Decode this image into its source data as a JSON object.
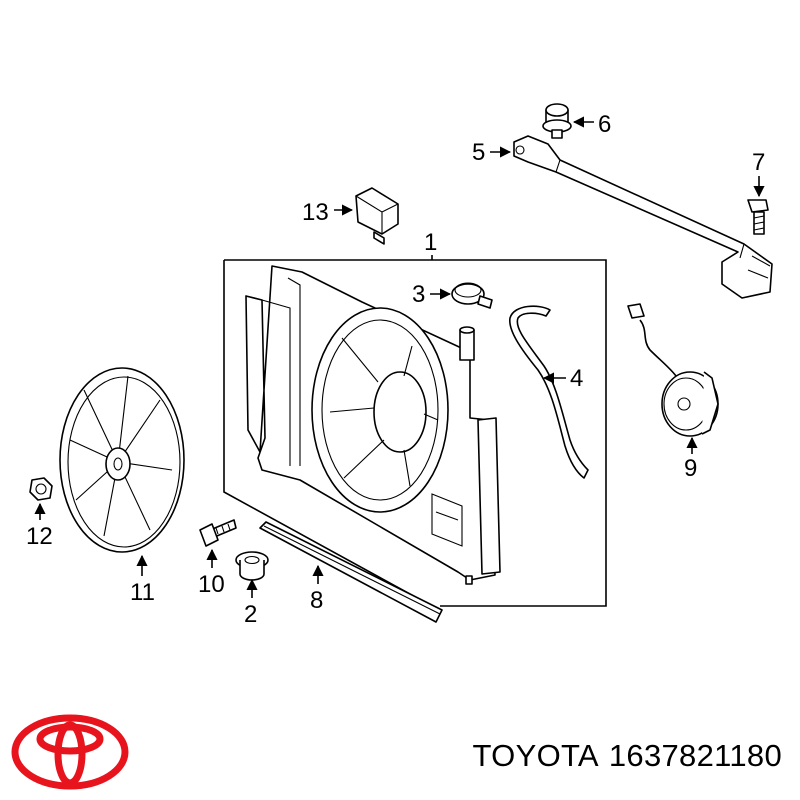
{
  "diagram": {
    "callouts": [
      {
        "id": "1",
        "text": "1"
      },
      {
        "id": "2",
        "text": "2"
      },
      {
        "id": "3",
        "text": "3"
      },
      {
        "id": "4",
        "text": "4"
      },
      {
        "id": "5",
        "text": "5"
      },
      {
        "id": "6",
        "text": "6"
      },
      {
        "id": "7",
        "text": "7"
      },
      {
        "id": "8",
        "text": "8"
      },
      {
        "id": "9",
        "text": "9"
      },
      {
        "id": "10",
        "text": "10"
      },
      {
        "id": "11",
        "text": "11"
      },
      {
        "id": "12",
        "text": "12"
      },
      {
        "id": "13",
        "text": "13"
      }
    ]
  },
  "footer": {
    "brand": "TOYOTA",
    "part_number": "1637821180",
    "logo_icon": "toyota-logo",
    "logo_color": "#e8141d"
  }
}
